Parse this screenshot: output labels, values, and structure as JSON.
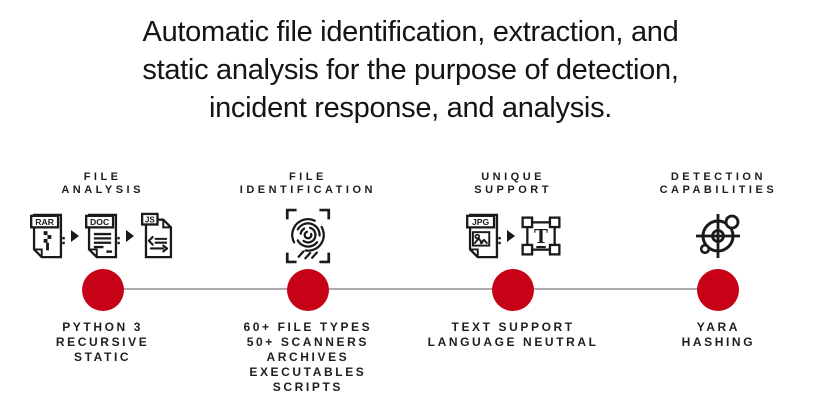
{
  "title": {
    "lines": [
      "Automatic file identification, extraction, and",
      "static analysis for the purpose of detection,",
      "incident response, and analysis."
    ]
  },
  "colors": {
    "accent_red": "#C80216",
    "connector_gray": "#ACACAC",
    "text_dark": "#1E1E1E"
  },
  "columns": [
    {
      "heading_lines": [
        "FILE",
        "ANALYSIS"
      ],
      "badges": [
        "RAR",
        "DOC",
        "JS"
      ],
      "caption_lines": [
        "PYTHON 3",
        "RECURSIVE",
        "STATIC"
      ]
    },
    {
      "heading_lines": [
        "FILE",
        "IDENTIFICATION"
      ],
      "caption_lines": [
        "60+ FILE TYPES",
        "50+ SCANNERS",
        "ARCHIVES",
        "EXECUTABLES",
        "SCRIPTS"
      ]
    },
    {
      "heading_lines": [
        "UNIQUE",
        "SUPPORT"
      ],
      "badges": [
        "JPG"
      ],
      "text_glyph": "T",
      "caption_lines": [
        "TEXT SUPPORT",
        "LANGUAGE NEUTRAL"
      ]
    },
    {
      "heading_lines": [
        "DETECTION",
        "CAPABILITIES"
      ],
      "caption_lines": [
        "YARA",
        "HASHING"
      ]
    }
  ]
}
